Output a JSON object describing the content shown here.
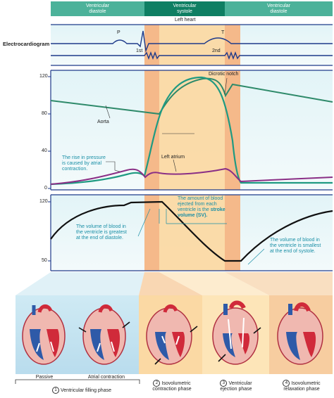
{
  "phases": {
    "diastole_left": "Ventricular\ndiastole",
    "systole": "Ventricular\nsystole",
    "diastole_right": "Ventricular\ndiastole"
  },
  "subheader": "Left heart",
  "ecg": {
    "title": "Electrocardiogram",
    "p": "P",
    "t": "T",
    "first": "1st",
    "second": "2nd"
  },
  "pressure": {
    "ticks": [
      "120",
      "80",
      "40",
      "0"
    ],
    "dicrotic": "Dicrotic notch",
    "aorta": "Aorta",
    "left_atrium": "Left atrium",
    "atrial_note": "The rise in pressure\nis caused by atrial\ncontraction."
  },
  "volume": {
    "ticks": [
      "120",
      "50"
    ],
    "sv_pre": "The amount of blood\nejected from each\nventricle is the ",
    "sv_bold": "stroke\nvolume (SV).",
    "greatest": "The volume of blood in\nthe ventricle is greatest\nat the end of diastole.",
    "smallest": "The volume of blood in\nthe ventricle is smallest\nat the end of systole."
  },
  "captions": {
    "passive": "Passive",
    "atrial": "Atrial contraction",
    "p1_num": "1",
    "p1": "Ventricular filling phase",
    "p2_num": "2",
    "p2": "Isovolumetric\ncontraction phase",
    "p3_num": "3",
    "p3": "Ventricular\nejection phase",
    "p4_num": "4",
    "p4": "Isovolumetric\nrelaxation phase"
  },
  "colors": {
    "header_teal": "#4cb29a",
    "header_dark": "#0f7f63",
    "systole_band": "#fbd9a4",
    "iso_band": "#f5b98a",
    "curve_teal": "#1f9a82",
    "aorta_green": "#2e8a6a",
    "atrium_purple": "#8a2f86",
    "volume_black": "#111111",
    "chart_bg": "#e8f6f8"
  }
}
